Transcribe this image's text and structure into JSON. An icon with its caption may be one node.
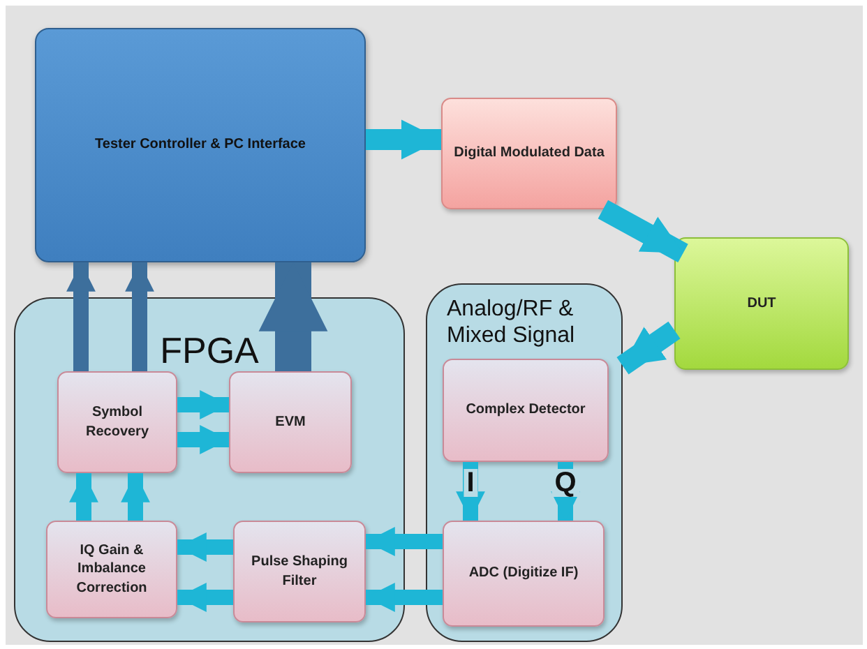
{
  "diagram": {
    "nodes": [
      {
        "text": [
          "Tester Controller & PC Interface"
        ]
      },
      {
        "text": [
          "Digital Modulated Data"
        ]
      },
      {
        "text": [
          "DUT"
        ]
      },
      {
        "text": [
          "FPGA"
        ]
      },
      {
        "text": [
          "Symbol Recovery"
        ],
        "in": 3
      },
      {
        "text": [
          "EVM"
        ],
        "in": 3
      },
      {
        "text": [
          "IQ Gain & Imbalance Correction"
        ],
        "in": 3
      },
      {
        "text": [
          "Pulse Shaping Filter"
        ],
        "in": 3
      },
      {
        "text": [
          "Analog/RF & Mixed Signal"
        ]
      },
      {
        "text": [
          "Complex Detector"
        ],
        "in": 8
      },
      {
        "text": [
          "ADC (Digitize IF)"
        ],
        "in": 8
      }
    ],
    "edges": [
      {
        "from": 0,
        "to": 1,
        "arrow": "to"
      },
      {
        "from": 1,
        "to": 2,
        "arrow": "to"
      },
      {
        "from": 2,
        "to": 8,
        "arrow": "to"
      },
      {
        "from": 4,
        "to": 0,
        "arrow": "to",
        "color": "#3d6f9c"
      },
      {
        "from": 4,
        "to": 0,
        "arrow": "to",
        "color": "#3d6f9c"
      },
      {
        "from": 5,
        "to": 0,
        "arrow": "to",
        "style": "thick",
        "color": "#3d6f9c"
      },
      {
        "from": 4,
        "to": 5,
        "arrow": "to"
      },
      {
        "from": 4,
        "to": 5,
        "arrow": "to"
      },
      {
        "from": 6,
        "to": 4,
        "arrow": "to"
      },
      {
        "from": 6,
        "to": 4,
        "arrow": "to"
      },
      {
        "from": 7,
        "to": 6,
        "arrow": "to"
      },
      {
        "from": 7,
        "to": 6,
        "arrow": "to"
      },
      {
        "from": 10,
        "to": 7,
        "arrow": "to"
      },
      {
        "from": 10,
        "to": 7,
        "arrow": "to"
      },
      {
        "from": 9,
        "to": 10,
        "arrow": "to",
        "label": "I"
      },
      {
        "from": 9,
        "to": 10,
        "arrow": "to",
        "label": "Q"
      }
    ]
  }
}
